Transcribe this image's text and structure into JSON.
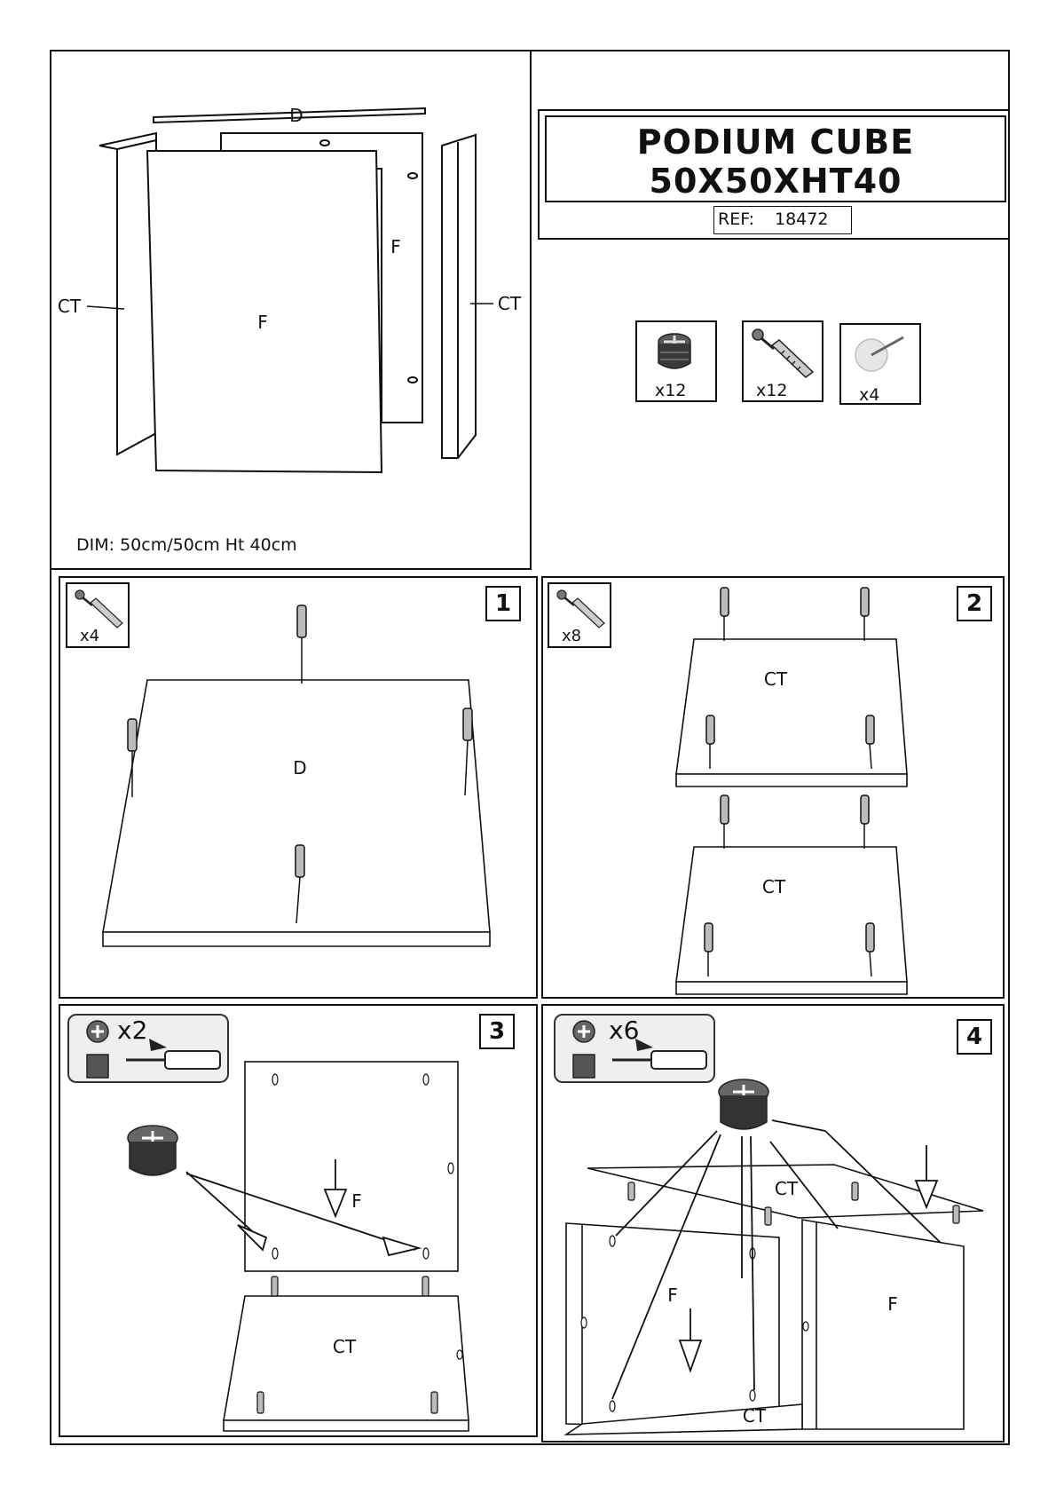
{
  "header": {
    "title_line1": "PODIUM CUBE",
    "title_line2": "50X50XHT40",
    "ref_label": "REF:",
    "ref_value": "18472"
  },
  "overview": {
    "labels": {
      "top": "D",
      "front": "F",
      "back": "F",
      "side_left": "CT",
      "side_right": "CT"
    },
    "dimensions": "DIM: 50cm/50cm Ht 40cm"
  },
  "parts": [
    {
      "icon": "cam-lock-icon",
      "qty": "x12"
    },
    {
      "icon": "dowel-bolt-icon",
      "qty": "x12"
    },
    {
      "icon": "felt-pad-nail-icon",
      "qty": "x4"
    }
  ],
  "steps": [
    {
      "number": "1",
      "hardware_qty": "x4",
      "hardware_icon": "dowel-bolt-icon",
      "panel_labels": [
        "D"
      ]
    },
    {
      "number": "2",
      "hardware_qty": "x8",
      "hardware_icon": "dowel-bolt-icon",
      "panel_labels": [
        "CT",
        "CT"
      ]
    },
    {
      "number": "3",
      "hardware_qty": "x2",
      "hardware_icon": "cam-lock-screwdriver-icon",
      "panel_labels": [
        "F",
        "CT"
      ]
    },
    {
      "number": "4",
      "hardware_qty": "x6",
      "hardware_icon": "cam-lock-screwdriver-icon",
      "panel_labels": [
        "CT",
        "F",
        "F",
        "CT"
      ]
    }
  ]
}
